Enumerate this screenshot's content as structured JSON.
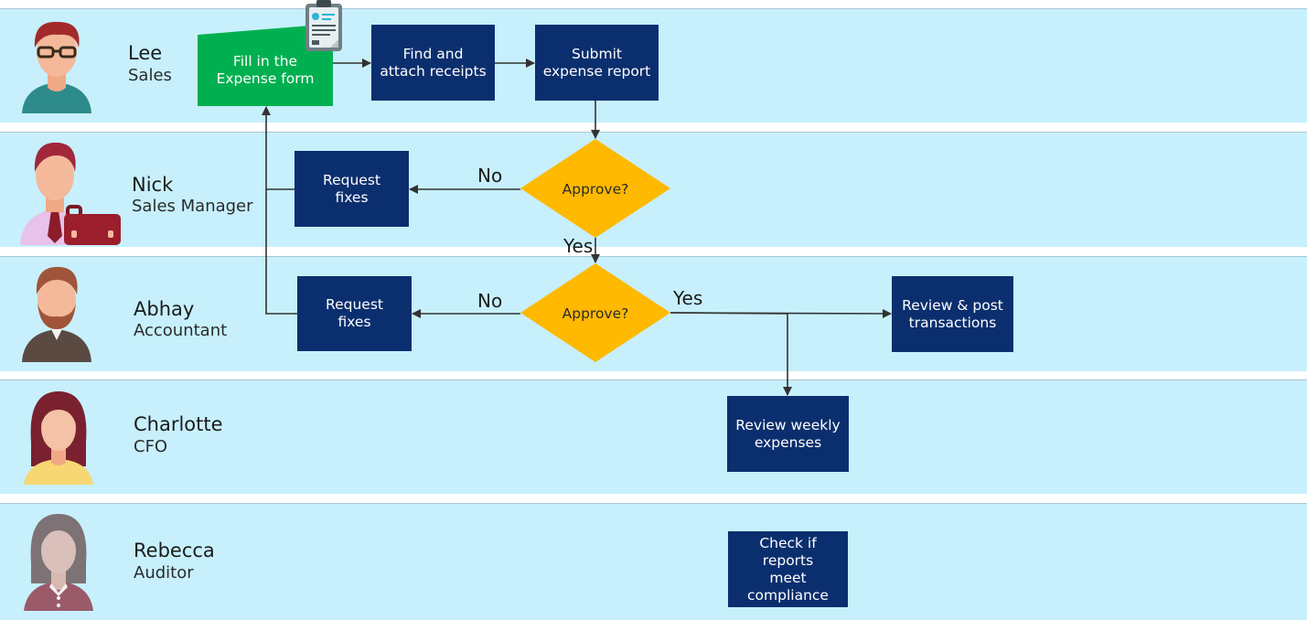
{
  "lanes": [
    {
      "name": "Lee",
      "role": "Sales",
      "avatar": "male-glasses-avatar-icon"
    },
    {
      "name": "Nick",
      "role": "Sales Manager",
      "avatar": "manager-briefcase-avatar-icon"
    },
    {
      "name": "Abhay",
      "role": "Accountant",
      "avatar": "bearded-male-avatar-icon"
    },
    {
      "name": "Charlotte",
      "role": "CFO",
      "avatar": "female-avatar-icon"
    },
    {
      "name": "Rebecca",
      "role": "Auditor",
      "avatar": "female-grey-avatar-icon"
    }
  ],
  "nodes": {
    "fill_form": "Fill in the\nExpense form",
    "find_receipts": "Find and\nattach receipts",
    "submit_report": "Submit\nexpense report",
    "approve_manager": "Approve?",
    "request_fixes_manager": "Request\nfixes",
    "approve_accountant": "Approve?",
    "request_fixes_accountant": "Request\nfixes",
    "review_post": "Review & post\ntransactions",
    "review_weekly": "Review weekly\nexpenses",
    "check_compliance": "Check if\nreports\nmeet\ncompliance"
  },
  "edge_labels": {
    "manager_no": "No",
    "manager_yes": "Yes",
    "accountant_no": "No",
    "accountant_yes": "Yes"
  },
  "icons": {
    "form": "clipboard-form-icon"
  },
  "colors": {
    "lane_bg": "#c7f0fc",
    "process_box": "#0b2f6e",
    "start_box": "#00b050",
    "decision": "#ffb900",
    "arrow": "#333333"
  }
}
